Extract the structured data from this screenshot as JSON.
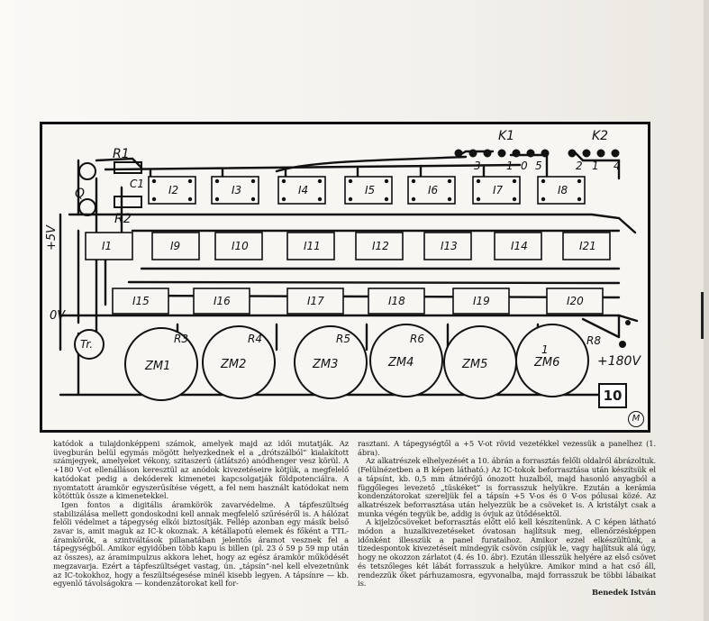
{
  "figure": {
    "number": "10",
    "logo": "M",
    "labels": {
      "k1": "K1",
      "k2": "K2",
      "k1_pins": [
        "3",
        "1",
        "0",
        "5"
      ],
      "k2_pins": [
        "2",
        "1",
        "4"
      ],
      "q": "Q",
      "r1": "R1",
      "r2": "R2",
      "c1": "C1",
      "plus5v": "+5V",
      "zero_v": "0V",
      "tr": "Tr.",
      "plus180v": "+180V",
      "r3": "R3",
      "r4": "R4",
      "r5": "R5",
      "r6": "R6",
      "r8": "R8",
      "zm6_pin": "1"
    },
    "chips_row1": [
      "I2",
      "I3",
      "I4",
      "I5",
      "I6",
      "I7",
      "I8"
    ],
    "chips_row2": [
      "I1",
      "I9",
      "I10",
      "I11",
      "I12",
      "I13",
      "I14",
      "I21"
    ],
    "chips_row3": [
      "I15",
      "I16",
      "I17",
      "I18",
      "I19",
      "I20"
    ],
    "tubes": [
      "ZM1",
      "ZM2",
      "ZM3",
      "ZM4",
      "ZM5",
      "ZM6"
    ]
  },
  "article": {
    "left_column": [
      "katódok a tulajdonképpeni számok, amelyek majd az idői mutatják. Az üvegburán belül egymás mögött helyezkednek el a „drótszálból” kialakított számjegyek, amelyeket vékony, szitaszerű (átlátszó) anódhenger vesz körül. A +180 V-ot ellenálláson keresztül az anódok kivezetéseire kötjük, a megfelelő katódokat pedig a dekóderek kimenetei kapcsolgatják földpotenciálra. A nyomtatott áramkör egyszerűsítése végett, a fel nem használt katódokat nem kötöttük össze a kimenetekkel.",
      "Igen fontos a digitális áramkörök zavarvédelme. A tápfeszültség stabilizálása mellett gondoskodni kell annak megfelelő szűréséről is. A hálózat felőli védelmet a tápegység elkói biztosítják. Fellép azonban egy másik belső zavar is, amit maguk az IC-k okoznak. A kétállapotú elemek és főként a TTL-áramkörök, a szintváltások pillanatában jelentős áramot vesznek fel a tápegységből. Amikor egyidőben több kapu is billen (pl. 23 ó 59 p 59 mp után az összes), az áramimpulzus akkora lehet, hogy az egész áramkör működését megzavarja. Ezért a tápfeszültséget vastag, ún. „tápsín”-nel kell elvezetnünk az IC-tokokhoz, hogy a feszültségesése minél kisebb legyen. A tápsínre — kb. egyenlő távolságokra — kondenzátorokat kell for-"
    ],
    "right_column": [
      "rasztani. A tápegységtől a +5 V-ot rövid vezetékkel vezessük a panelhez (1. ábra).",
      "Az alkatrészek elhelyezését a 10. ábrán a forrasztás felőli oldalról ábrázoltuk. (Felülnézetben a B képen látható.) Az IC-tokok beforrasztása után készítsük el a tápsínt, kb. 0,5 mm átmérőjű ónozott huzalból, majd hasonló anyagból a függőleges levezető „tüskéket” is forrasszuk helyükre. Ezután a kerámia kondenzátorokat szereljük fel a tápsín +5 V-os és 0 V-os pólusai közé. Az alkatrészek beforrasztása után helyezzük be a csöveket is. A kristályt csak a munka végén tegyük be, addig is óvjuk az ütődésektől.",
      "A kijelzőcsöveket beforrasztás előtt elő kell készítenünk. A C képen látható módon a huzalkivezetéseket óvatosan hajlítsuk meg, ellenőrzésképpen időnként illesszük a panel furataihoz. Amikor ezzel elkészültünk, a tizedespontok kivezetéseit mindegyik csövön csípjük le, vagy hajlítsuk alá úgy, hogy ne okozzon zárlatot (4. és 10. ábr). Ezután illesszük helyére az első csövet és tetszőleges két lábát forrasszuk a helyükre. Amikor mind a hat cső áll, rendezzük őket párhuzamosra, egyvonalba, majd forrasszuk be többi lábaikat is."
    ],
    "signature": "Benedek István"
  }
}
